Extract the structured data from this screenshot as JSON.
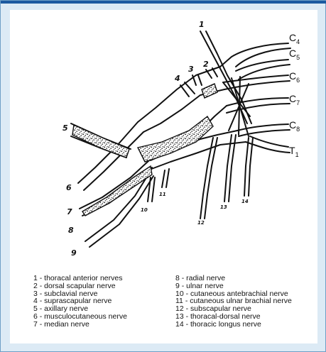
{
  "roots": {
    "c4": {
      "base": "C",
      "sub": "4"
    },
    "c5": {
      "base": "C",
      "sub": "5"
    },
    "c6": {
      "base": "C",
      "sub": "6"
    },
    "c7": {
      "base": "C",
      "sub": "7"
    },
    "c8": {
      "base": "C",
      "sub": "8"
    },
    "t1": {
      "base": "T",
      "sub": "1"
    }
  },
  "markers": [
    "1",
    "2",
    "3",
    "4",
    "5",
    "6",
    "7",
    "8",
    "9",
    "10",
    "11",
    "12",
    "13",
    "14"
  ],
  "legend": [
    "1 - thoracal anterior nerves",
    "2 - dorsal scapular nerve",
    "3 - subclavial nerve",
    "4 - suprascapular nerve",
    "5 - axillary nerve",
    "6 - musculocutaneous nerve",
    "7 - median nerve",
    "8 - radial nerve",
    "9 - ulnar nerve",
    "10 - cutaneous antebrachial nerve",
    "11 - cutaneous ulnar brachial nerve",
    "12 - subscapular nerve",
    "13 - thoracal-dorsal nerve",
    "14 - thoracic longus nerve"
  ]
}
